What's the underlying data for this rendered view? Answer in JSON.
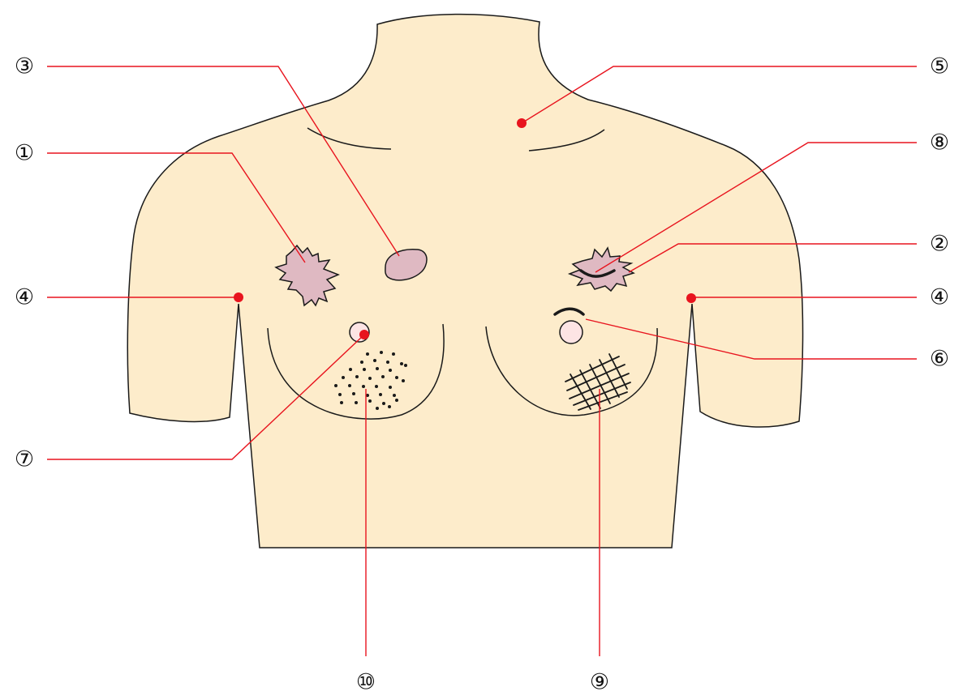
{
  "diagram": {
    "colors": {
      "skin": "#fdeccb",
      "lesion": "#dfb9c2",
      "nipple": "#fde4e4",
      "leader_line": "#e8141e",
      "outline": "#1a1a1a"
    },
    "callouts": [
      {
        "id": "1",
        "label": "①",
        "meaning": "irregular lesion, right side"
      },
      {
        "id": "2",
        "label": "②",
        "meaning": "irregular lesion, left side"
      },
      {
        "id": "3",
        "label": "③",
        "meaning": "oval lesion"
      },
      {
        "id": "4",
        "label": "④",
        "meaning": "armpit points"
      },
      {
        "id": "5",
        "label": "⑤",
        "meaning": "neck / collarbone point"
      },
      {
        "id": "6",
        "label": "⑥",
        "meaning": "nipple with crease above"
      },
      {
        "id": "7",
        "label": "⑦",
        "meaning": "nipple point"
      },
      {
        "id": "8",
        "label": "⑧",
        "meaning": "dimple mark on lesion"
      },
      {
        "id": "9",
        "label": "⑨",
        "meaning": "crosshatched area"
      },
      {
        "id": "10",
        "label": "⑩",
        "meaning": "dotted area"
      }
    ]
  }
}
